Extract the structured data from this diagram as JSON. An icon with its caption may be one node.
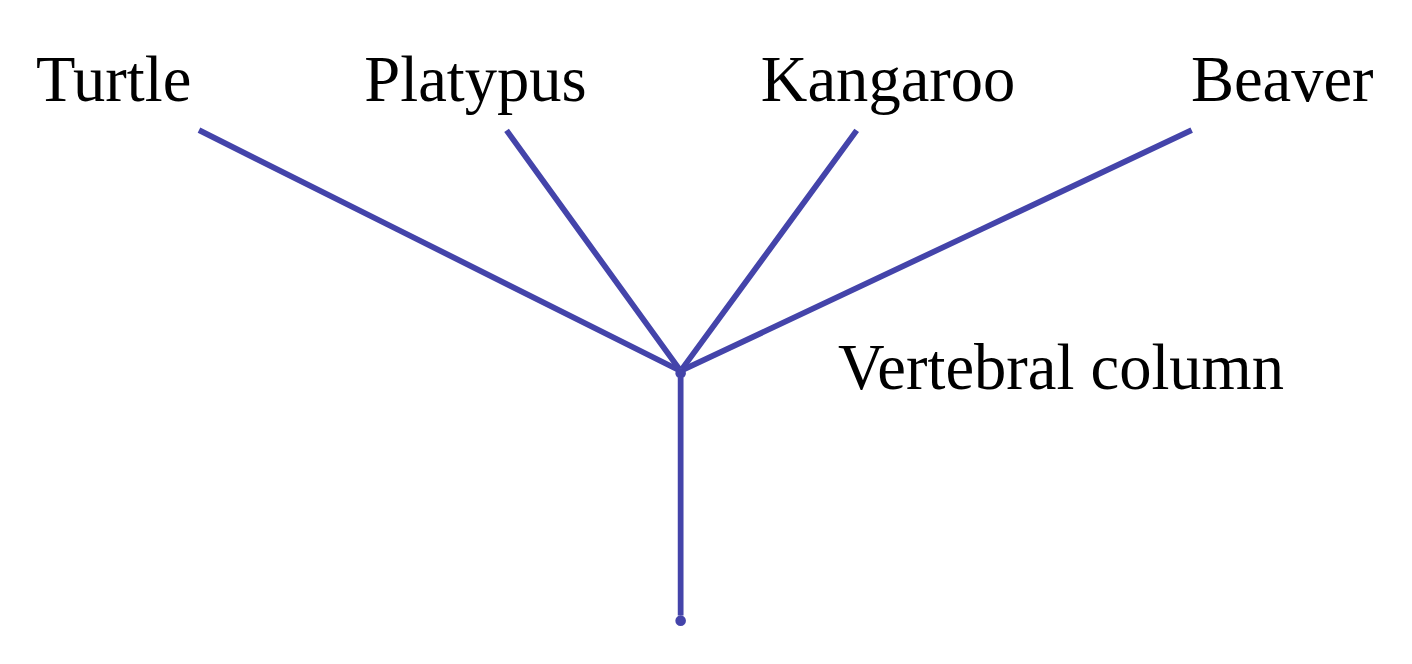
{
  "diagram": {
    "nodes": [
      {
        "text": [
          "Turtle"
        ]
      },
      {
        "text": [
          "Platypus"
        ]
      },
      {
        "text": [
          "Kangaroo"
        ]
      },
      {
        "text": [
          "Beaver"
        ]
      },
      {
        "text": [],
        "shape": "point"
      },
      {
        "text": [],
        "shape": "point"
      }
    ],
    "edges": [
      {
        "from": 5,
        "to": 4,
        "arrow": "none"
      },
      {
        "from": 4,
        "to": 0,
        "arrow": "none"
      },
      {
        "from": 4,
        "to": 1,
        "arrow": "none"
      },
      {
        "from": 4,
        "to": 2,
        "arrow": "none"
      },
      {
        "from": 4,
        "to": 3,
        "arrow": "none"
      }
    ],
    "labels": [
      "Vertebral column"
    ]
  }
}
